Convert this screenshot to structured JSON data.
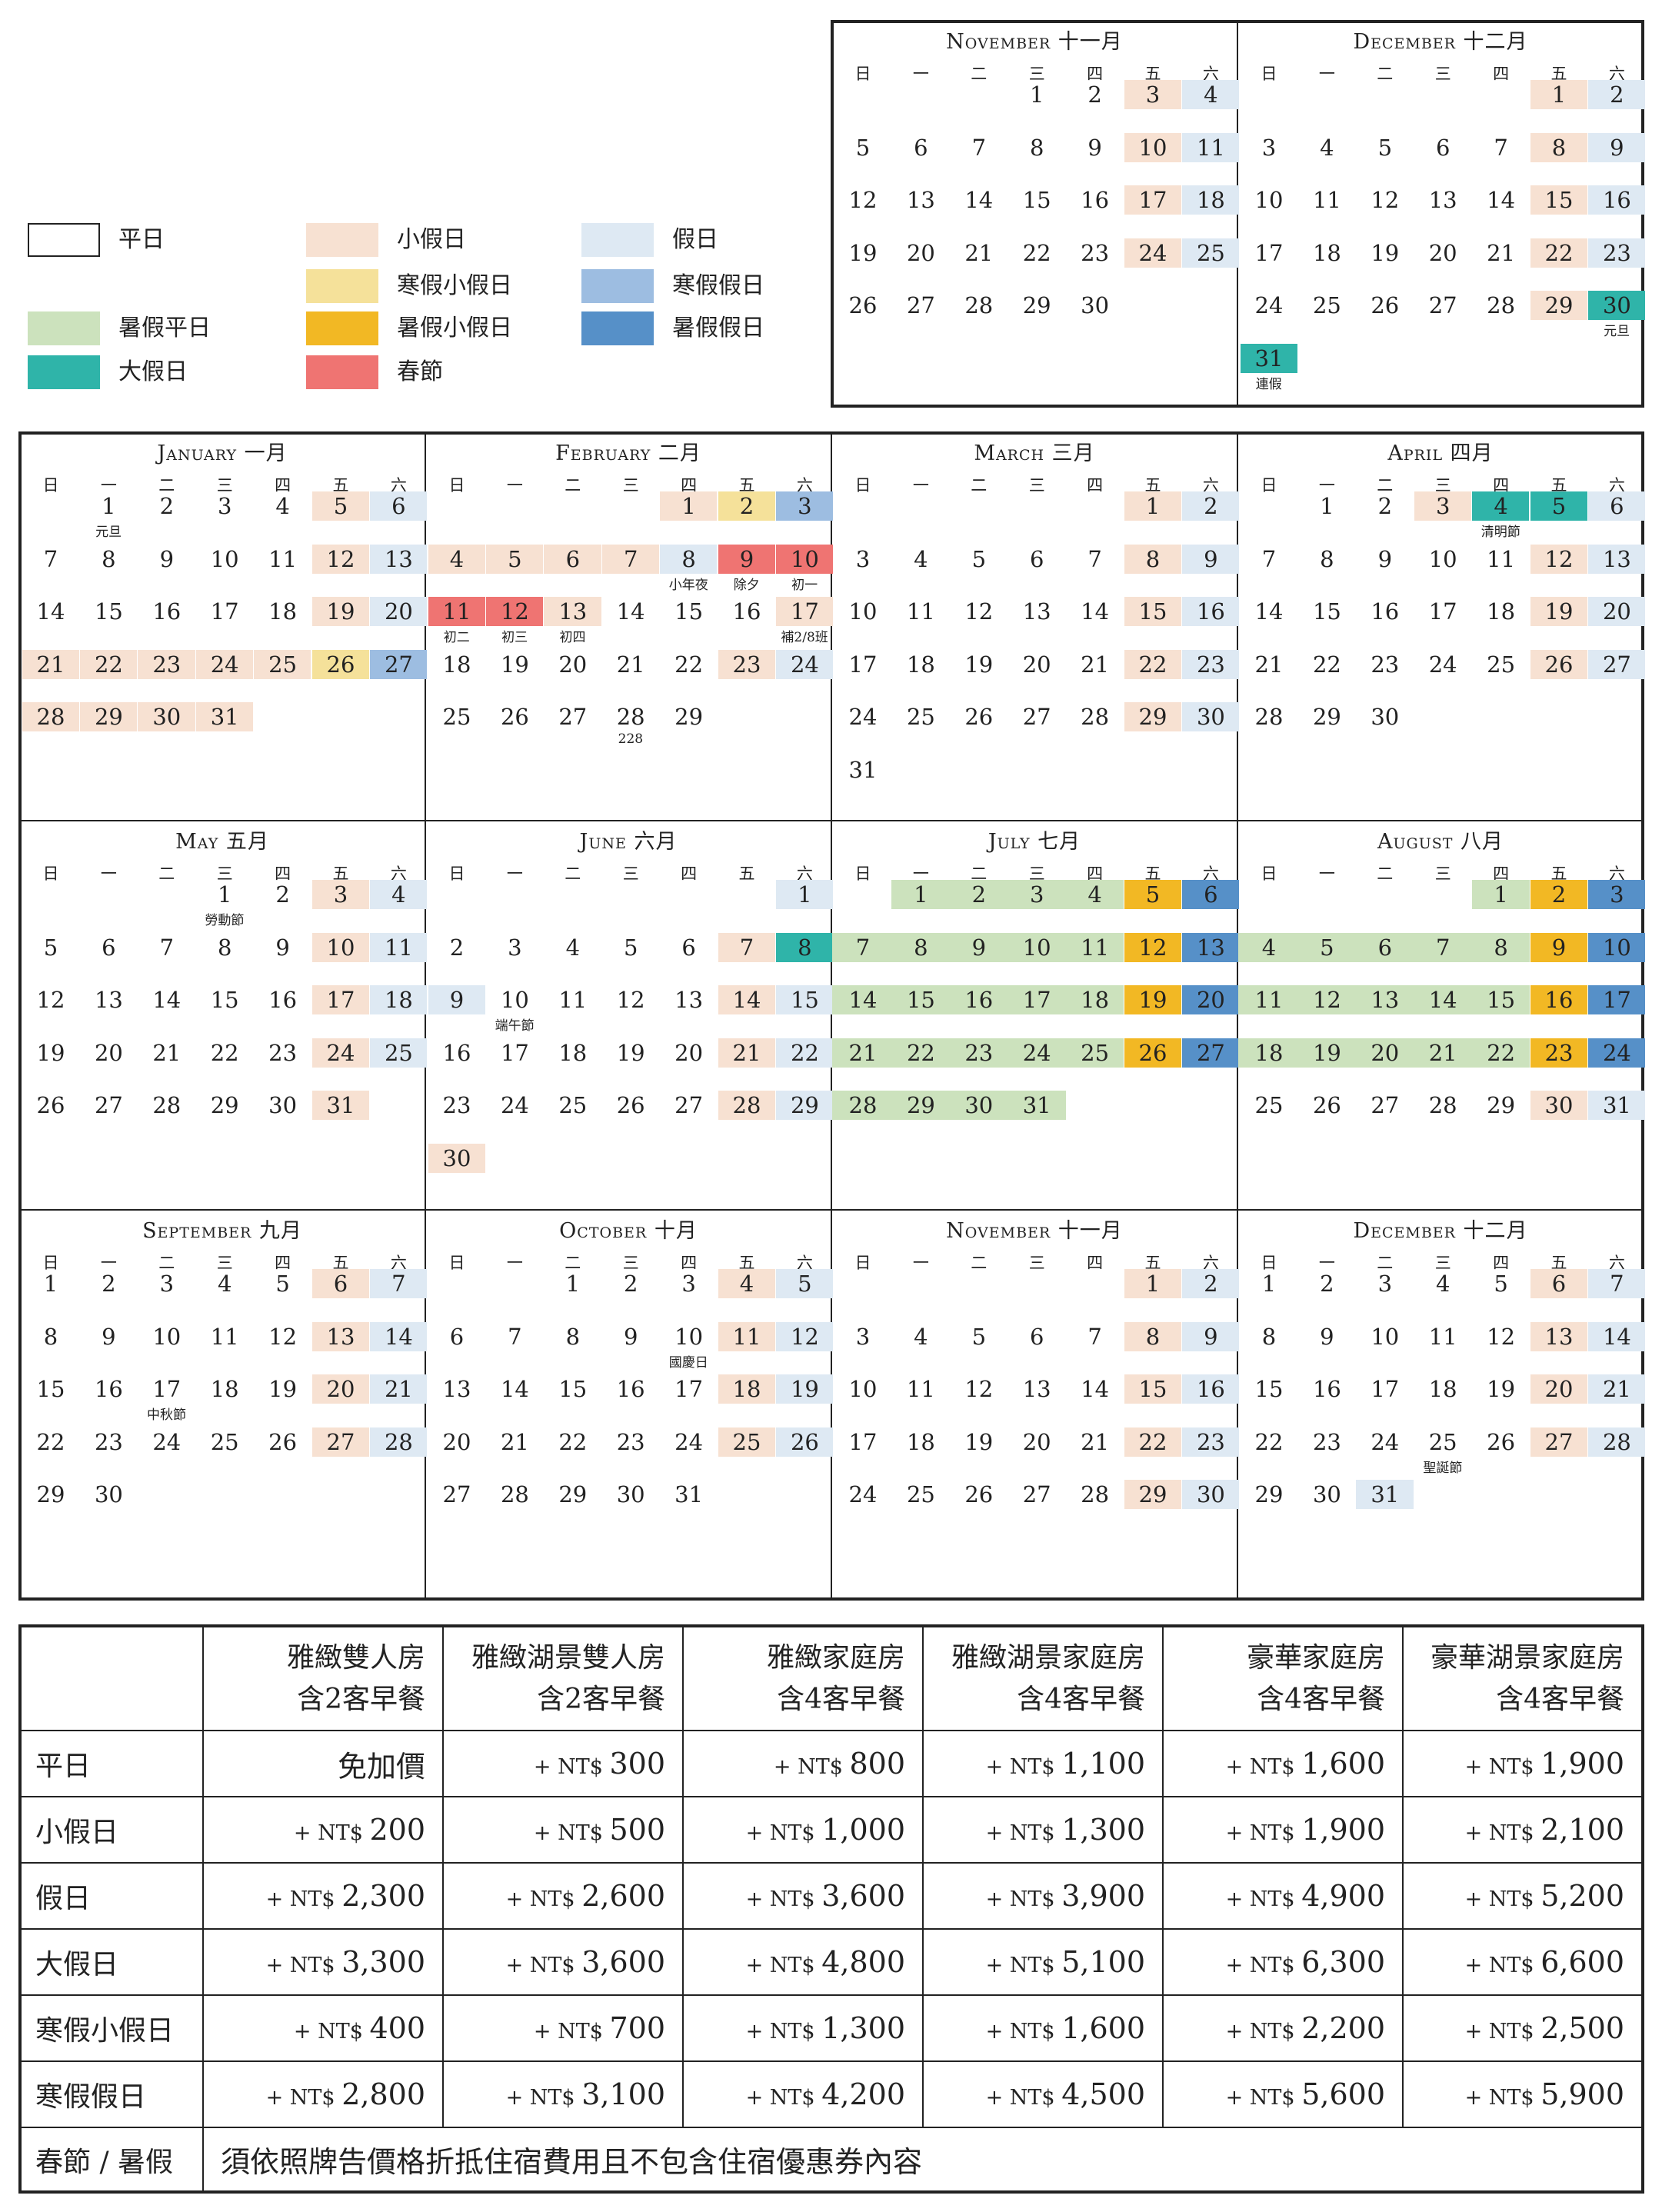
{
  "colors": {
    "weekday": "#ffffff",
    "small_holiday": "#f7e1d2",
    "holiday": "#dee9f3",
    "winter_small_holiday": "#f5e19a",
    "winter_holiday": "#9dbde1",
    "summer_weekday": "#cce2bd",
    "summer_small_holiday": "#f2b824",
    "summer_holiday": "#5690c8",
    "big_holiday": "#2fb4a9",
    "spring_festival": "#ef7472"
  },
  "legend": [
    {
      "type": "weekday",
      "label": "平日"
    },
    {
      "type": "small_holiday",
      "label": "小假日"
    },
    {
      "type": "holiday",
      "label": "假日"
    },
    {
      "type": "winter_small_holiday",
      "label": "寒假小假日"
    },
    {
      "type": "winter_holiday",
      "label": "寒假假日"
    },
    {
      "type": "summer_weekday",
      "label": "暑假平日"
    },
    {
      "type": "summer_small_holiday",
      "label": "暑假小假日"
    },
    {
      "type": "summer_holiday",
      "label": "暑假假日"
    },
    {
      "type": "big_holiday",
      "label": "大假日"
    },
    {
      "type": "spring_festival",
      "label": "春節"
    }
  ],
  "weekday_headers": [
    "日",
    "一",
    "二",
    "三",
    "四",
    "五",
    "六"
  ],
  "months": [
    {
      "title": "November 十一月",
      "start": 3,
      "days": 30,
      "summer": [],
      "cells": {
        "3": "small_holiday",
        "4": "holiday",
        "10": "small_holiday",
        "11": "holiday",
        "17": "small_holiday",
        "18": "holiday",
        "24": "small_holiday",
        "25": "holiday"
      },
      "notes": {}
    },
    {
      "title": "December 十二月",
      "start": 5,
      "days": 31,
      "summer": [],
      "cells": {
        "1": "small_holiday",
        "2": "holiday",
        "8": "small_holiday",
        "9": "holiday",
        "15": "small_holiday",
        "16": "holiday",
        "22": "small_holiday",
        "23": "holiday",
        "29": "small_holiday",
        "30": "big_holiday",
        "31": "big_holiday"
      },
      "notes": {
        "30": "元旦",
        "31": "連假"
      }
    },
    {
      "title": "January 一月",
      "start": 1,
      "days": 31,
      "summer": [],
      "cells": {
        "5": "small_holiday",
        "6": "holiday",
        "12": "small_holiday",
        "13": "holiday",
        "19": "small_holiday",
        "20": "holiday",
        "21": "small_holiday",
        "22": "small_holiday",
        "23": "small_holiday",
        "24": "small_holiday",
        "25": "small_holiday",
        "26": "winter_small_holiday",
        "27": "winter_holiday",
        "28": "small_holiday",
        "29": "small_holiday",
        "30": "small_holiday",
        "31": "small_holiday"
      },
      "notes": {
        "1": "元旦"
      }
    },
    {
      "title": "February 二月",
      "start": 4,
      "days": 29,
      "summer": [],
      "cells": {
        "1": "small_holiday",
        "2": "winter_small_holiday",
        "3": "winter_holiday",
        "4": "small_holiday",
        "5": "small_holiday",
        "6": "small_holiday",
        "7": "small_holiday",
        "8": "holiday",
        "9": "spring_festival",
        "10": "spring_festival",
        "11": "spring_festival",
        "12": "spring_festival",
        "13": "small_holiday",
        "17": "small_holiday",
        "23": "small_holiday",
        "24": "holiday"
      },
      "notes": {
        "8": "小年夜",
        "9": "除夕",
        "10": "初一",
        "11": "初二",
        "12": "初三",
        "13": "初四",
        "17": "補2/8班",
        "28": "228"
      }
    },
    {
      "title": "March 三月",
      "start": 5,
      "days": 31,
      "summer": [],
      "cells": {
        "1": "small_holiday",
        "2": "holiday",
        "8": "small_holiday",
        "9": "holiday",
        "15": "small_holiday",
        "16": "holiday",
        "22": "small_holiday",
        "23": "holiday",
        "29": "small_holiday",
        "30": "holiday"
      },
      "notes": {}
    },
    {
      "title": "April 四月",
      "start": 1,
      "days": 30,
      "summer": [],
      "cells": {
        "3": "small_holiday",
        "4": "big_holiday",
        "5": "big_holiday",
        "6": "holiday",
        "12": "small_holiday",
        "13": "holiday",
        "19": "small_holiday",
        "20": "holiday",
        "26": "small_holiday",
        "27": "holiday"
      },
      "notes": {
        "4": "清明節"
      }
    },
    {
      "title": "May 五月",
      "start": 3,
      "days": 31,
      "summer": [],
      "cells": {
        "3": "small_holiday",
        "4": "holiday",
        "10": "small_holiday",
        "11": "holiday",
        "17": "small_holiday",
        "18": "holiday",
        "24": "small_holiday",
        "25": "holiday",
        "31": "small_holiday"
      },
      "notes": {
        "1": "勞動節"
      }
    },
    {
      "title": "June 六月",
      "start": 6,
      "days": 30,
      "summer": [],
      "cells": {
        "1": "holiday",
        "7": "small_holiday",
        "8": "big_holiday",
        "9": "holiday",
        "14": "small_holiday",
        "15": "holiday",
        "21": "small_holiday",
        "22": "holiday",
        "28": "small_holiday",
        "29": "holiday",
        "30": "small_holiday"
      },
      "notes": {
        "10": "端午節"
      }
    },
    {
      "title": "July 七月",
      "start": 1,
      "days": 31,
      "summer": [
        [
          1,
          4
        ],
        [
          7,
          11
        ],
        [
          14,
          18
        ],
        [
          21,
          25
        ],
        [
          28,
          31
        ]
      ],
      "cells": {
        "5": "summer_small_holiday",
        "6": "summer_holiday",
        "12": "summer_small_holiday",
        "13": "summer_holiday",
        "19": "summer_small_holiday",
        "20": "summer_holiday",
        "26": "summer_small_holiday",
        "27": "summer_holiday"
      },
      "notes": {}
    },
    {
      "title": "August 八月",
      "start": 4,
      "days": 31,
      "summer": [
        [
          1,
          1
        ],
        [
          4,
          8
        ],
        [
          11,
          15
        ],
        [
          18,
          22
        ]
      ],
      "cells": {
        "2": "summer_small_holiday",
        "3": "summer_holiday",
        "9": "summer_small_holiday",
        "10": "summer_holiday",
        "16": "summer_small_holiday",
        "17": "summer_holiday",
        "23": "summer_small_holiday",
        "24": "summer_holiday",
        "30": "small_holiday",
        "31": "holiday"
      },
      "notes": {}
    },
    {
      "title": "September 九月",
      "start": 0,
      "days": 30,
      "summer": [],
      "cells": {
        "6": "small_holiday",
        "7": "holiday",
        "13": "small_holiday",
        "14": "holiday",
        "20": "small_holiday",
        "21": "holiday",
        "27": "small_holiday",
        "28": "holiday"
      },
      "notes": {
        "17": "中秋節"
      }
    },
    {
      "title": "October 十月",
      "start": 2,
      "days": 31,
      "summer": [],
      "cells": {
        "4": "small_holiday",
        "5": "holiday",
        "11": "small_holiday",
        "12": "holiday",
        "18": "small_holiday",
        "19": "holiday",
        "25": "small_holiday",
        "26": "holiday"
      },
      "notes": {
        "10": "國慶日"
      }
    },
    {
      "title": "November 十一月",
      "start": 5,
      "days": 30,
      "summer": [],
      "cells": {
        "1": "small_holiday",
        "2": "holiday",
        "8": "small_holiday",
        "9": "holiday",
        "15": "small_holiday",
        "16": "holiday",
        "22": "small_holiday",
        "23": "holiday",
        "29": "small_holiday",
        "30": "holiday"
      },
      "notes": {}
    },
    {
      "title": "December 十二月",
      "start": 0,
      "days": 31,
      "summer": [],
      "cells": {
        "6": "small_holiday",
        "7": "holiday",
        "13": "small_holiday",
        "14": "holiday",
        "20": "small_holiday",
        "21": "holiday",
        "27": "small_holiday",
        "28": "holiday",
        "31": "holiday"
      },
      "notes": {
        "25": "聖誕節"
      }
    }
  ],
  "price_table": {
    "room_types": [
      [
        "雅緻雙人房",
        "含2客早餐"
      ],
      [
        "雅緻湖景雙人房",
        "含2客早餐"
      ],
      [
        "雅緻家庭房",
        "含4客早餐"
      ],
      [
        "雅緻湖景家庭房",
        "含4客早餐"
      ],
      [
        "豪華家庭房",
        "含4客早餐"
      ],
      [
        "豪華湖景家庭房",
        "含4客早餐"
      ]
    ],
    "currency_prefix": "+ NT$",
    "rows": [
      {
        "label": "平日",
        "values": [
          "免加價",
          "300",
          "800",
          "1,100",
          "1,600",
          "1,900"
        ]
      },
      {
        "label": "小假日",
        "values": [
          "200",
          "500",
          "1,000",
          "1,300",
          "1,900",
          "2,100"
        ]
      },
      {
        "label": "假日",
        "values": [
          "2,300",
          "2,600",
          "3,600",
          "3,900",
          "4,900",
          "5,200"
        ]
      },
      {
        "label": "大假日",
        "values": [
          "3,300",
          "3,600",
          "4,800",
          "5,100",
          "6,300",
          "6,600"
        ]
      },
      {
        "label": "寒假小假日",
        "values": [
          "400",
          "700",
          "1,300",
          "1,600",
          "2,200",
          "2,500"
        ]
      },
      {
        "label": "寒假假日",
        "values": [
          "2,800",
          "3,100",
          "4,200",
          "4,500",
          "5,600",
          "5,900"
        ]
      }
    ],
    "footer_label": "春節 / 暑假",
    "footer_note": "須依照牌告價格折抵住宿費用且不包含住宿優惠券內容"
  }
}
